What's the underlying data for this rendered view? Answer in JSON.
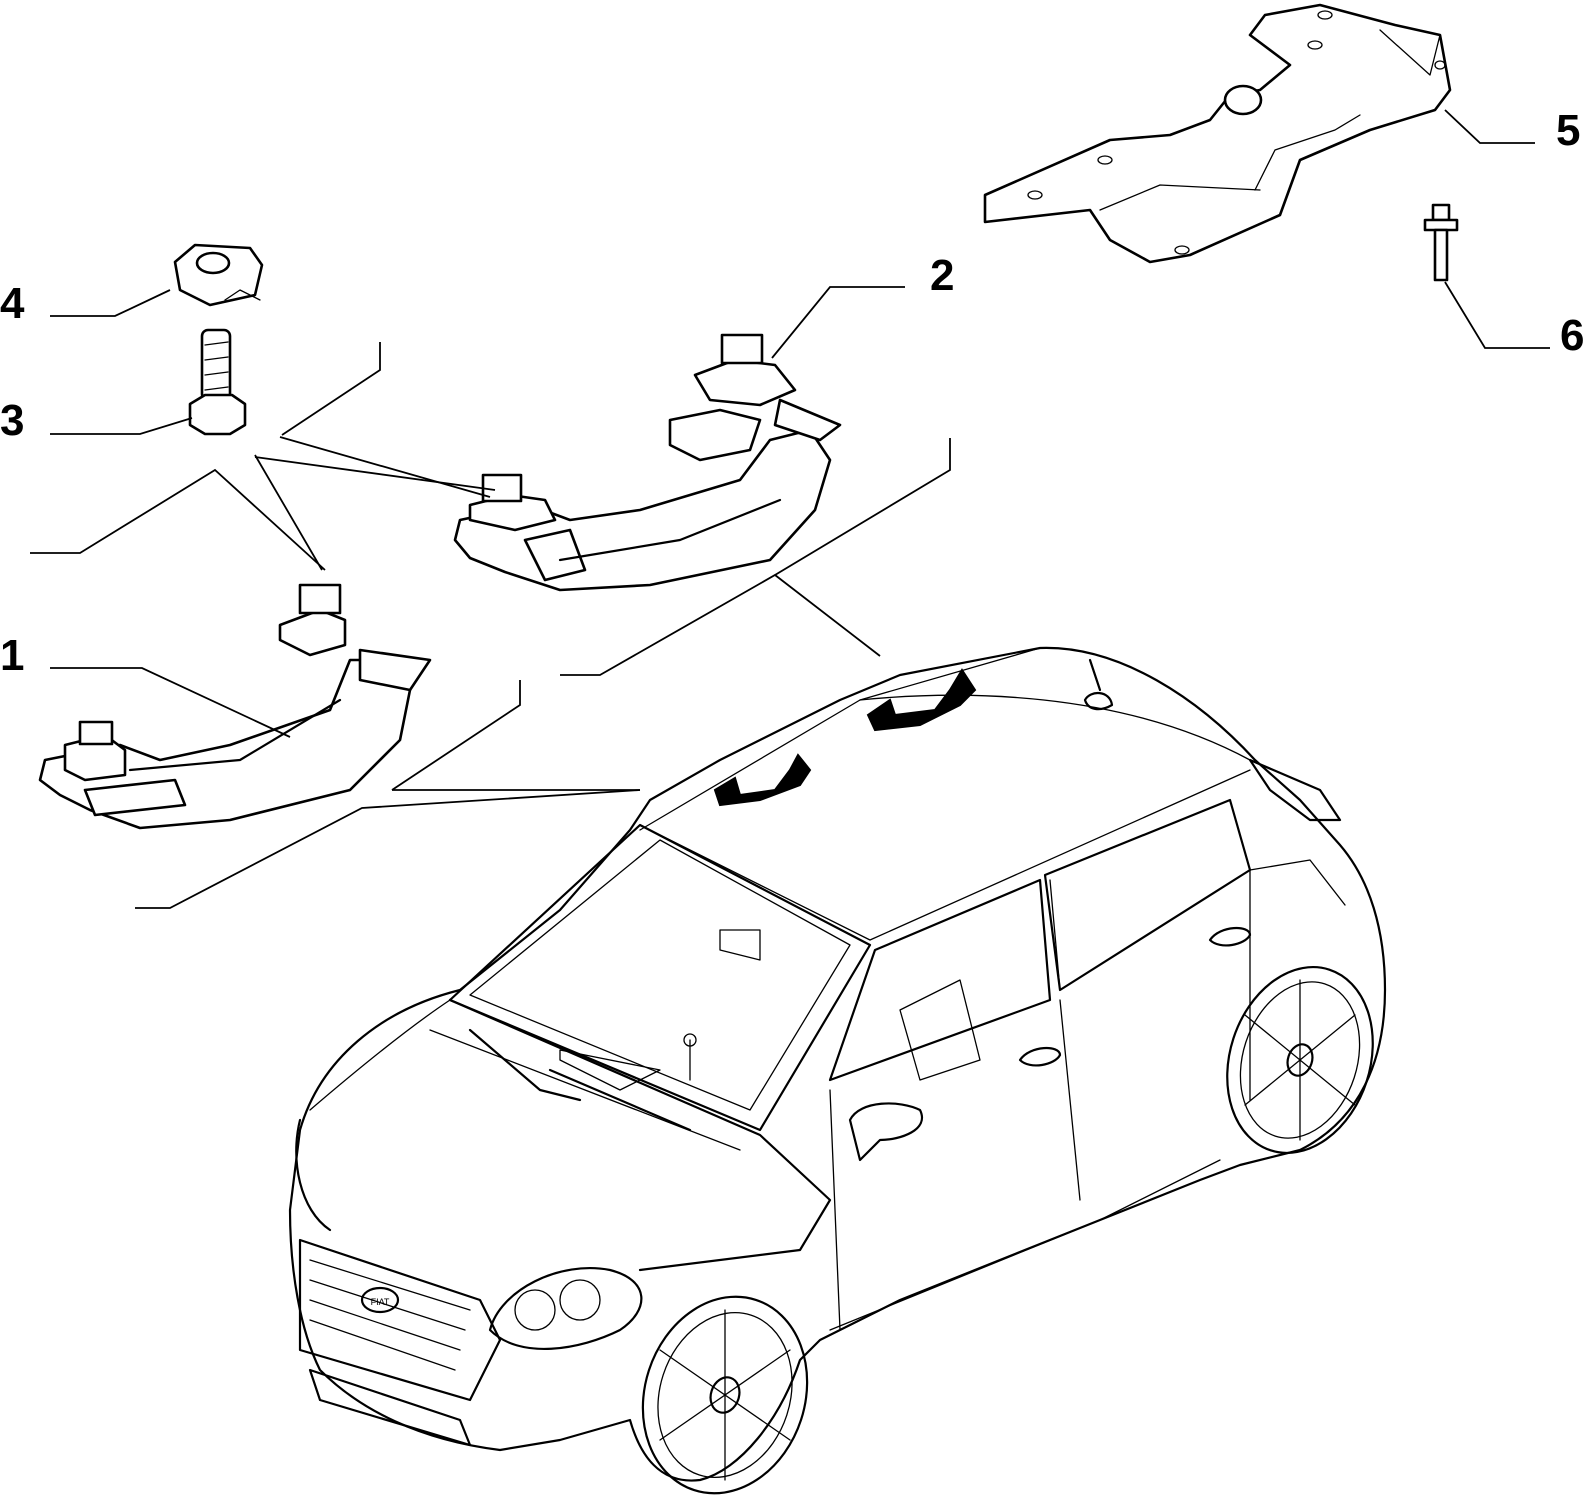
{
  "callouts": {
    "c1": "1",
    "c2": "2",
    "c3": "3",
    "c4": "4",
    "c5": "5",
    "c6": "6"
  },
  "car_badge": "FIAT"
}
